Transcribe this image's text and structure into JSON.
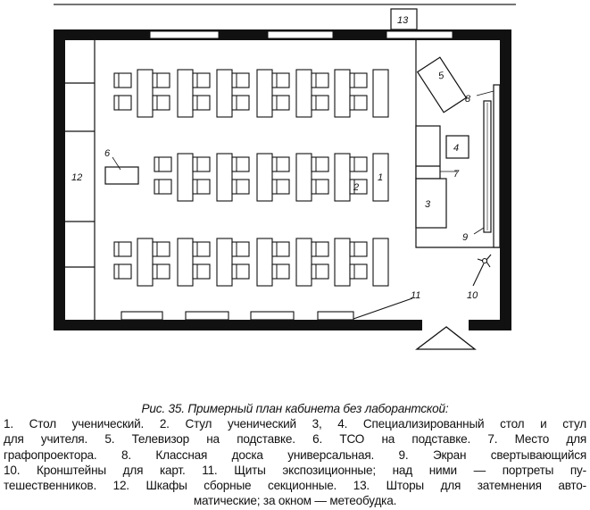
{
  "plan": {
    "labels": {
      "l1": "1",
      "l2": "2",
      "l3": "3",
      "l4": "4",
      "l5": "5",
      "l6": "6",
      "l7": "7",
      "l8": "8",
      "l9": "9",
      "l10": "10",
      "l11": "11",
      "l12": "12",
      "l13": "13"
    },
    "rows": [
      {
        "desks": 7,
        "leading_chairs": true
      },
      {
        "desks": 6,
        "leading_chairs": true
      },
      {
        "desks": 7,
        "leading_chairs": true
      }
    ]
  },
  "caption": {
    "title": "Рис. 35. Примерный план кабинета без лаборантской:",
    "lines": [
      "1. Стол ученический. 2. Стул ученический 3, 4. Специализированный стол и стул",
      "для учителя. 5. Телевизор на подставке. 6. ТСО на подставке. 7. Место для",
      "графопроектора. 8. Классная доска универсальная. 9. Экран свертывающийся",
      "10. Кронштейны для карт. 11. Щиты экспозиционные; над ними — портреты пу-",
      "тешественников. 12. Шкафы сборные секционные. 13. Шторы для затемнения авто-"
    ],
    "last_line": "матические; за окном — метеобудка."
  }
}
